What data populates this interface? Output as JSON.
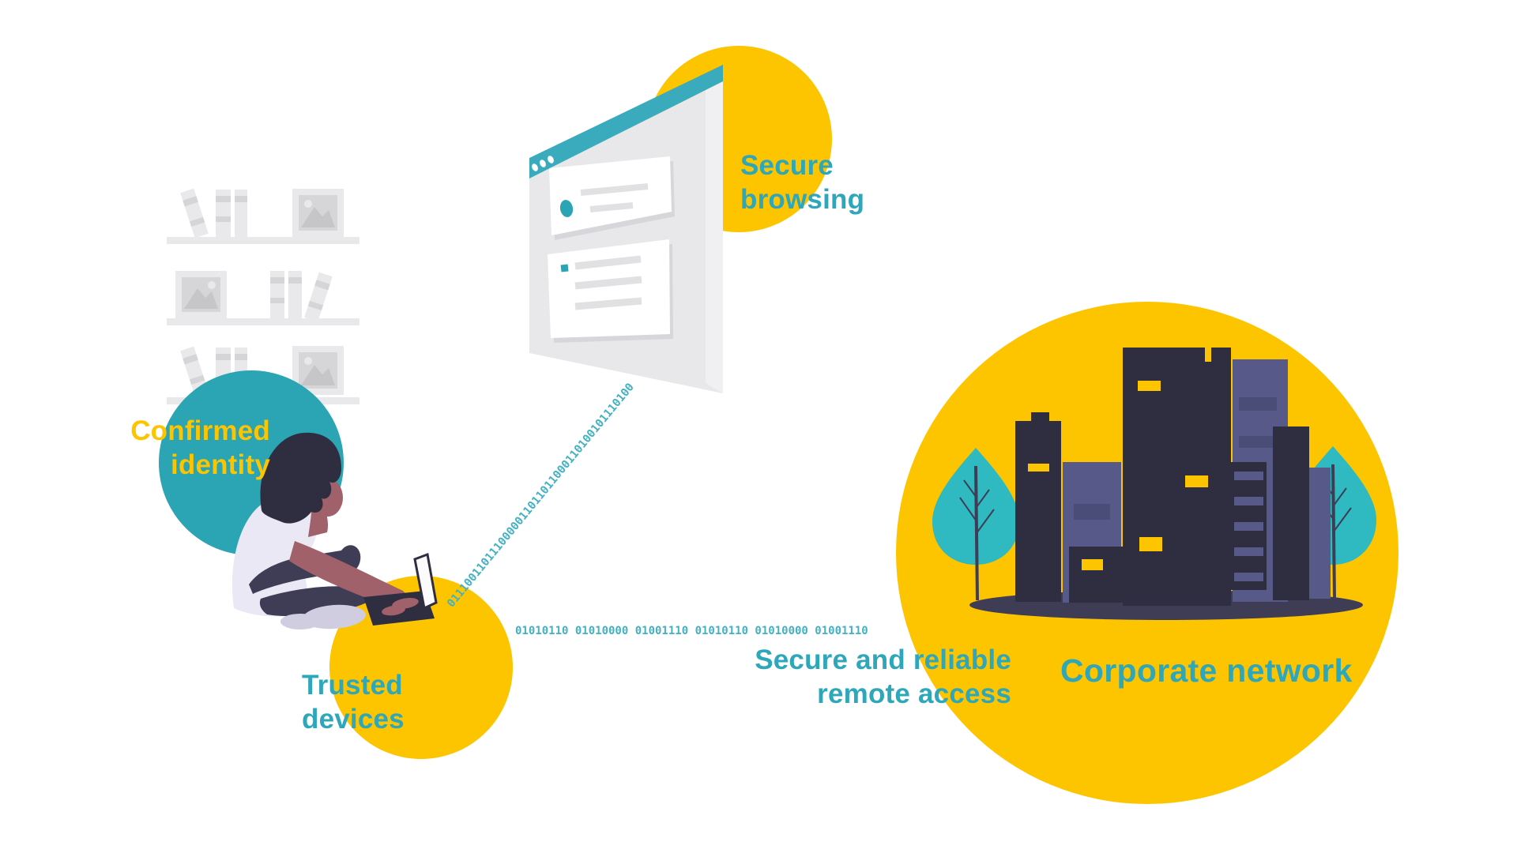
{
  "labels": {
    "confirmed_identity": {
      "line1": "Confirmed",
      "line2": "identity"
    },
    "secure_browsing": {
      "line1": "Secure",
      "line2": "browsing"
    },
    "trusted_devices": {
      "line1": "Trusted",
      "line2": "devices"
    },
    "remote_access": {
      "line1": "Secure and reliable",
      "line2": "remote access"
    },
    "corporate_network": "Corporate network"
  },
  "binary": {
    "diagonal_stream": "0111001101110000011011011000110100101110100",
    "horizontal_stream": "01010110 01010000 01001110 01010110 01010000 01001110"
  },
  "colors": {
    "accent_yellow": "#fdc400",
    "accent_teal": "#2ba4b4",
    "heading_teal": "#2ea7ba",
    "binary_teal": "#43b1c2",
    "tree_teal": "#2fb9c1",
    "dark_navy": "#2f2e41",
    "navy": "#3f3d56",
    "building_purple": "#575a89",
    "skin": "#a0616a",
    "shoe_lavender": "#d0cde1",
    "window_gray": "#e8e8ea"
  },
  "scenes": {
    "bookshelf": "bookshelf with books and framed pictures",
    "person": "person sitting cross-legged typing on laptop",
    "browser": "tilted browser window with profile card and article card",
    "city": "corporate buildings with lit windows and trees"
  }
}
